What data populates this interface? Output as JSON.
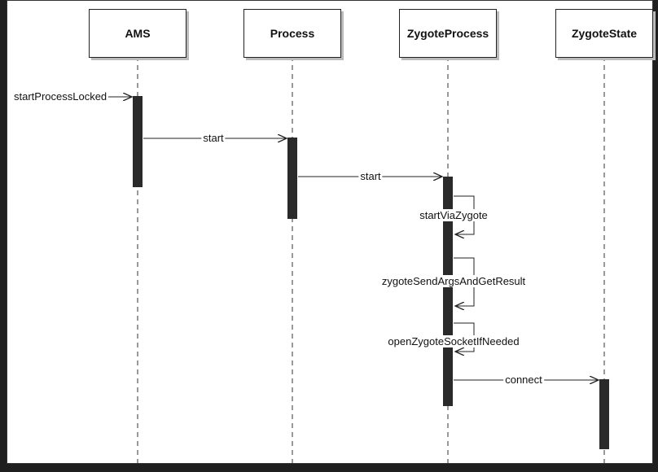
{
  "lifelines": [
    {
      "name": "AMS"
    },
    {
      "name": "Process"
    },
    {
      "name": "ZygoteProcess"
    },
    {
      "name": "ZygoteState"
    }
  ],
  "messages": [
    {
      "label": "startProcessLocked"
    },
    {
      "label": "start"
    },
    {
      "label": "start"
    },
    {
      "label": "startViaZygote"
    },
    {
      "label": "zygoteSendArgsAndGetResult"
    },
    {
      "label": "openZygoteSocketIfNeeded"
    },
    {
      "label": "connect"
    }
  ]
}
